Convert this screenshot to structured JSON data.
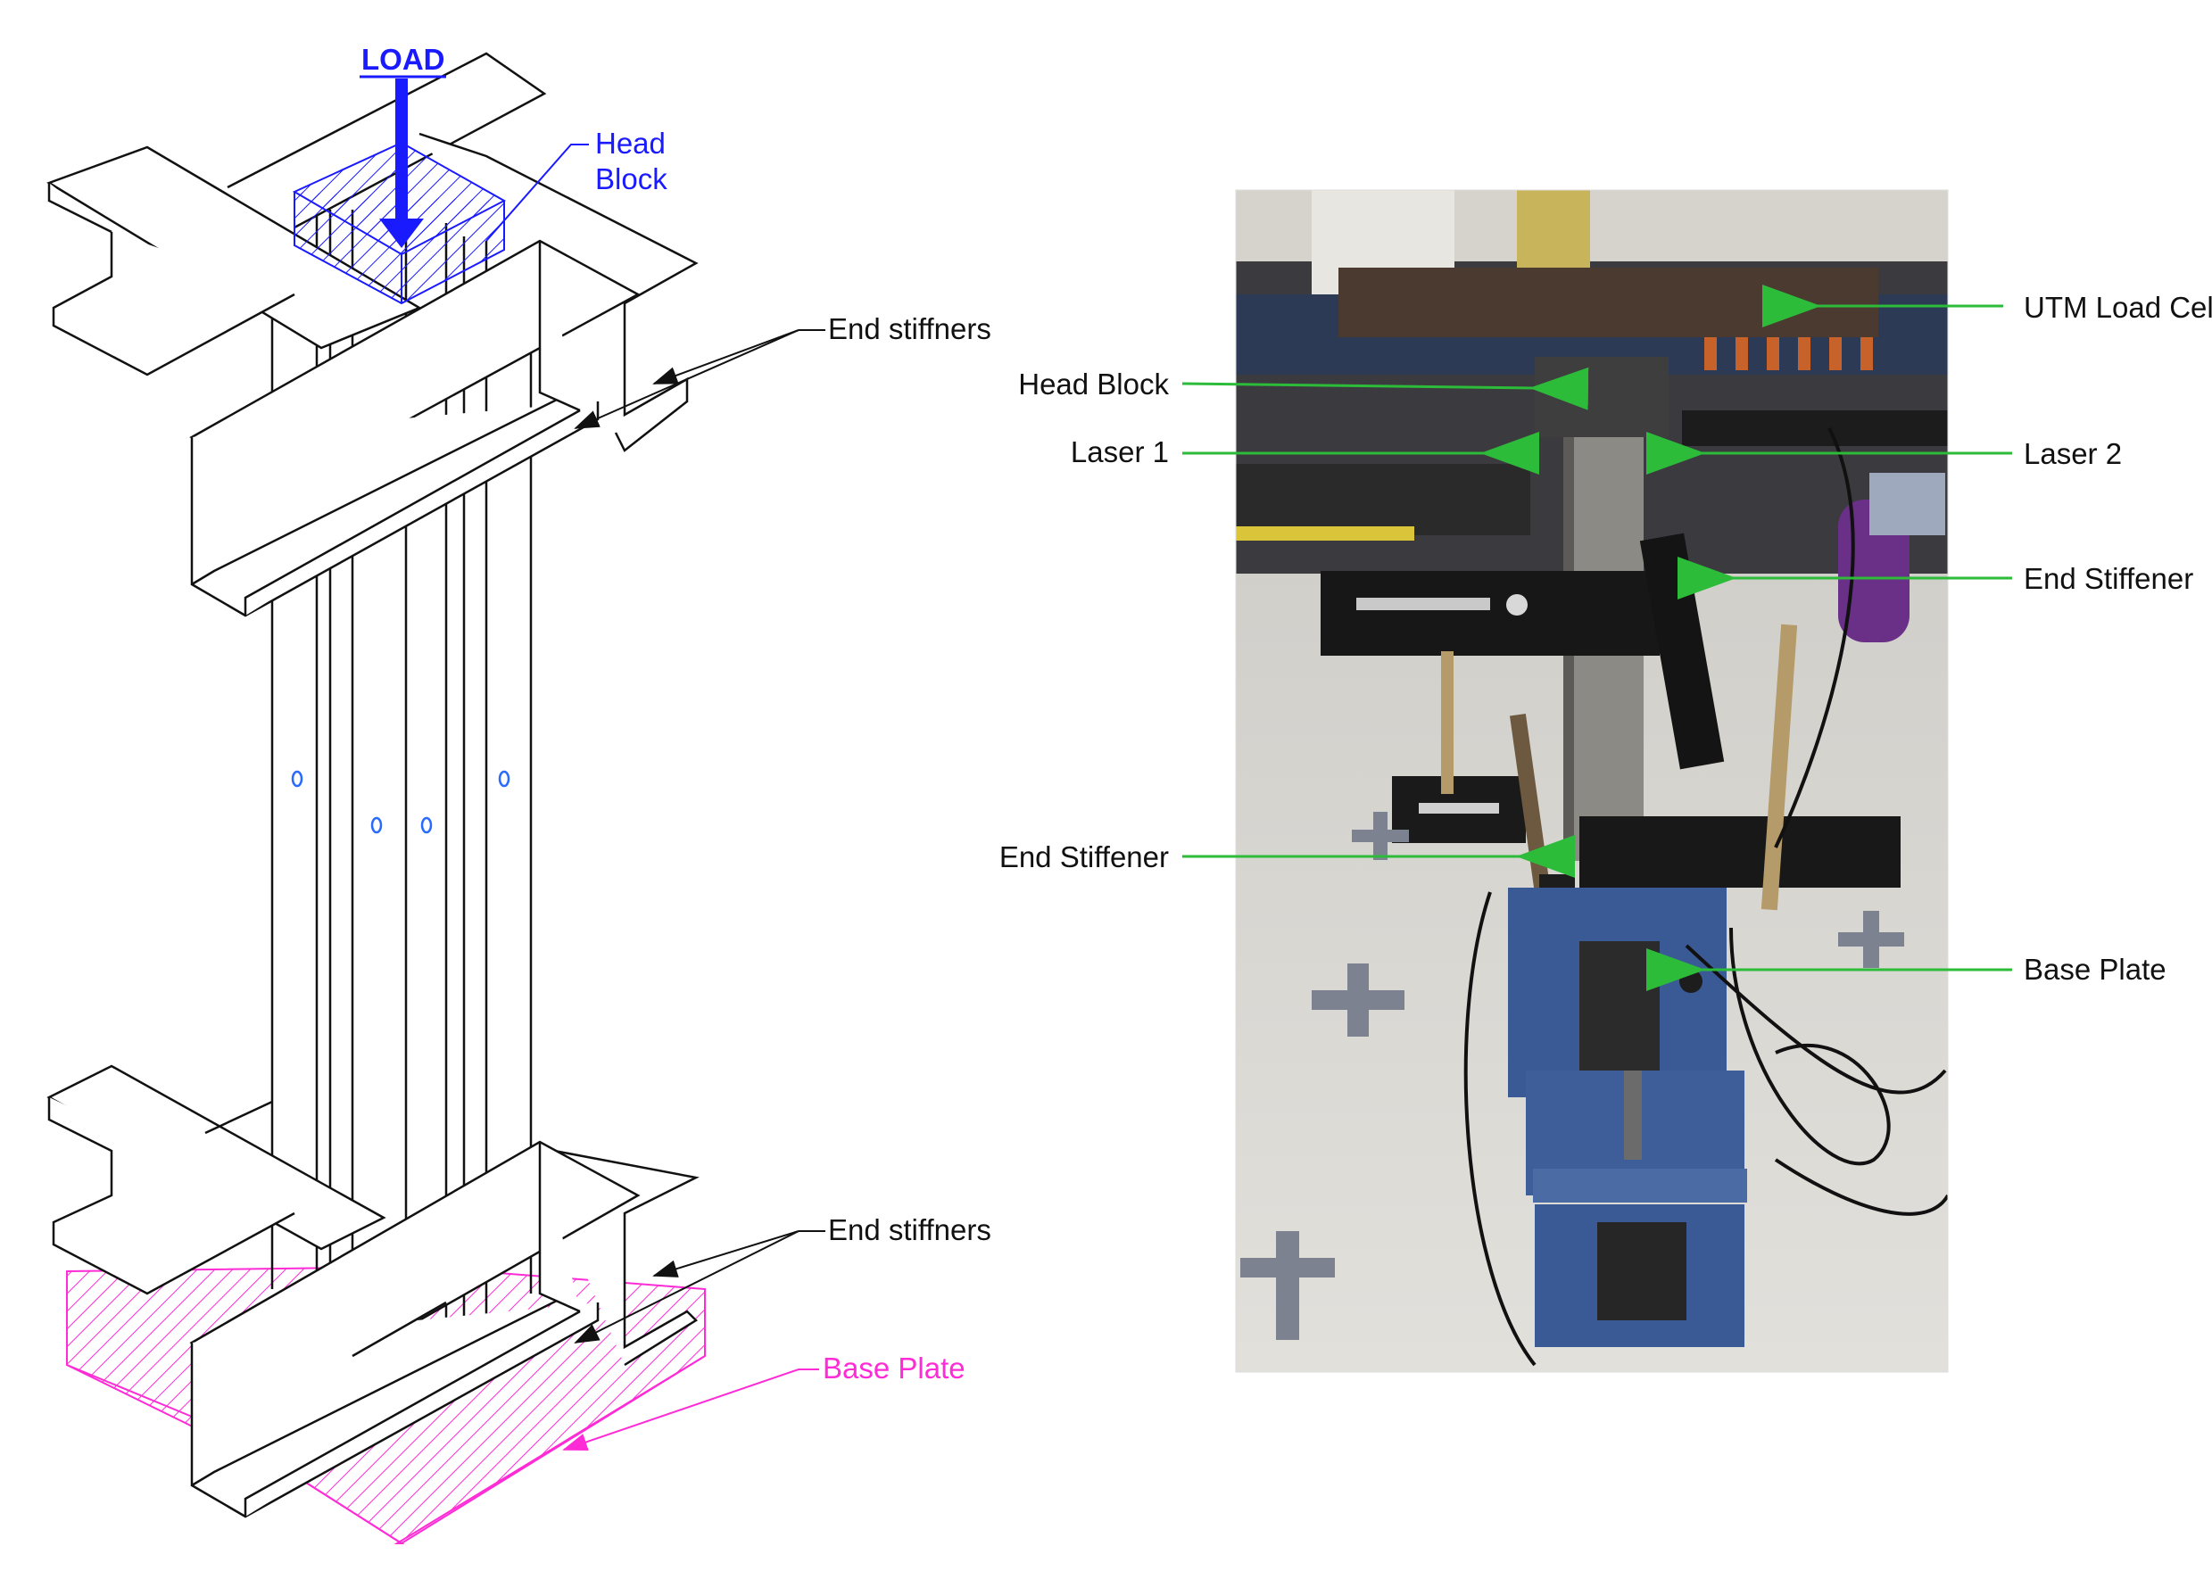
{
  "colors": {
    "load": "#1a1aff",
    "base_plate": "#ff2bd6",
    "leader_green": "#2dbb3a",
    "line": "#111111"
  },
  "drawing": {
    "load_label": "LOAD",
    "head_block_label_1": "Head",
    "head_block_label_2": "Block",
    "end_stiffeners_top": "End stiffners",
    "end_stiffeners_bottom": "End stiffners",
    "base_plate_label": "Base Plate"
  },
  "photo": {
    "labels": {
      "utm_load_cell": "UTM Load Cell",
      "head_block": "Head Block",
      "laser_1": "Laser 1",
      "laser_2": "Laser 2",
      "end_stiffener_right": "End Stiffener",
      "end_stiffener_left": "End Stiffener",
      "base_plate": "Base Plate"
    }
  }
}
